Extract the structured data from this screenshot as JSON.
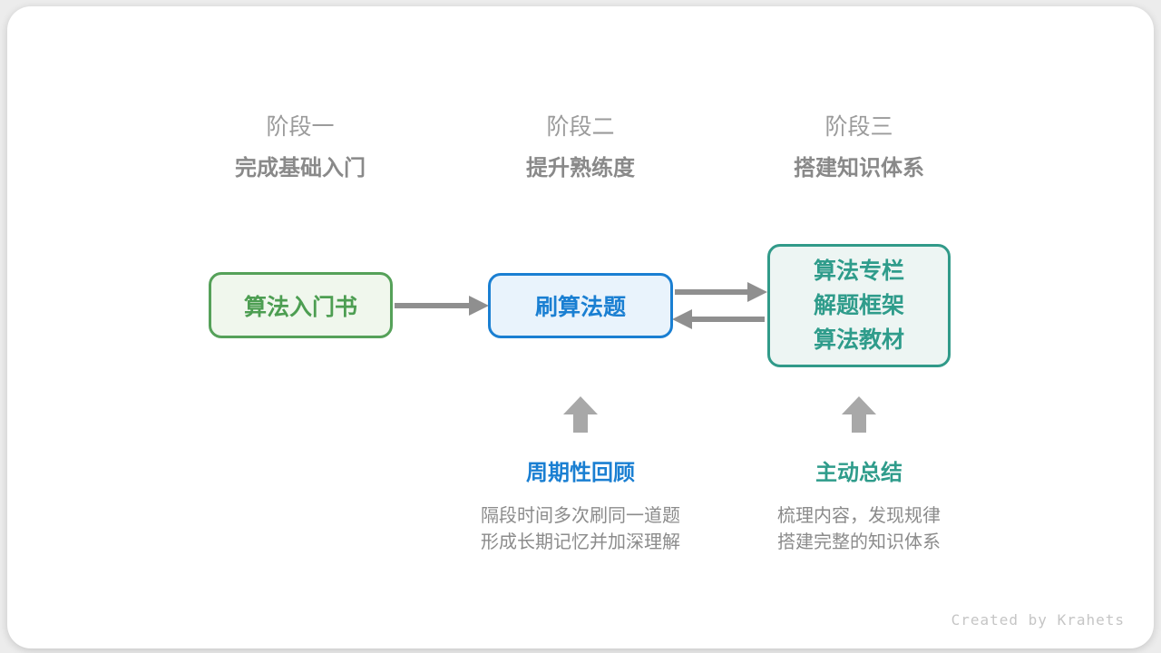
{
  "stages": [
    {
      "label": "阶段一",
      "subtitle": "完成基础入门"
    },
    {
      "label": "阶段二",
      "subtitle": "提升熟练度"
    },
    {
      "label": "阶段三",
      "subtitle": "搭建知识体系"
    }
  ],
  "nodes": {
    "intro_book": {
      "label": "算法入门书",
      "border_color": "#55a159",
      "fill": "#f0f7ed",
      "text_color": "#4d9e52"
    },
    "practice": {
      "label": "刷算法题",
      "border_color": "#1a7fd2",
      "fill": "#e9f3fc",
      "text_color": "#1a7fd2"
    },
    "resources": {
      "lines": [
        "算法专栏",
        "解题框架",
        "算法教材"
      ],
      "border_color": "#319a89",
      "fill": "#edf5f3",
      "text_color": "#2f9c8b"
    }
  },
  "annotations": {
    "review": {
      "title": "周期性回顾",
      "title_color": "#1a7fd2",
      "lines": [
        "隔段时间多次刷同一道题",
        "形成长期记忆并加深理解"
      ]
    },
    "summary": {
      "title": "主动总结",
      "title_color": "#2f9c8b",
      "lines": [
        "梳理内容，发现规律",
        "搭建完整的知识体系"
      ]
    }
  },
  "arrows": {
    "line_color": "#8f8f8f",
    "block_color": "#a8a8a8"
  },
  "credit": "Created by Krahets"
}
